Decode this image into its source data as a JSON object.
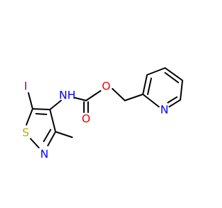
{
  "molecule": {
    "atoms": {
      "iodine": {
        "symbol": "I",
        "color": "#940094"
      },
      "sulfur": {
        "symbol": "S",
        "color": "#b2b200"
      },
      "ring_nitrogen": {
        "symbol": "N",
        "color": "#0000ff"
      },
      "amide_nh": {
        "symbol": "NH",
        "color": "#0000ff"
      },
      "carbonyl_oxygen": {
        "symbol": "O",
        "color": "#ff0000"
      },
      "ester_oxygen": {
        "symbol": "O",
        "color": "#ff0000"
      },
      "pyridine_nitrogen": {
        "symbol": "N",
        "color": "#0000ff"
      }
    },
    "bond_color": "#000000"
  }
}
